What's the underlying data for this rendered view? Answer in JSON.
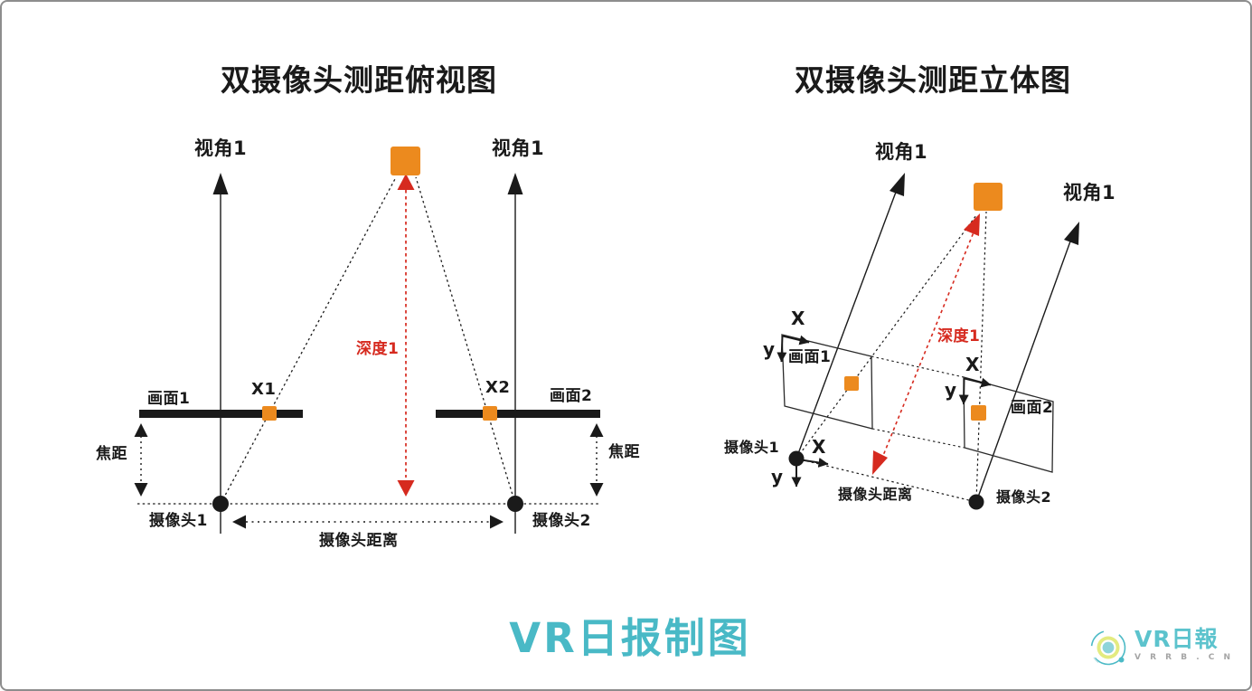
{
  "colors": {
    "orange": "#EC8A1E",
    "red": "#D62A1F",
    "ink": "#1A1A1A",
    "teal": "#49B9C6",
    "logo_yellow": "#E3EB80",
    "border_gray": "#8D8D8D"
  },
  "left_diagram": {
    "title": "双摄像头测距俯视图",
    "labels": {
      "view_angle_left": "视角1",
      "view_angle_right": "视角1",
      "depth": "深度1",
      "screen1": "画面1",
      "screen2": "画面2",
      "point_x1": "X1",
      "point_x2": "X2",
      "focal_left": "焦距",
      "focal_right": "焦距",
      "camera1": "摄像头1",
      "camera2": "摄像头2",
      "camera_distance": "摄像头距离"
    }
  },
  "right_diagram": {
    "title": "双摄像头测距立体图",
    "labels": {
      "view_angle_left": "视角1",
      "view_angle_right": "视角1",
      "depth": "深度1",
      "screen1": "画面1",
      "screen2": "画面2",
      "axis_x_screen1": "X",
      "axis_y_screen1": "y",
      "axis_x_screen2": "X",
      "axis_y_screen2": "y",
      "axis_x_camera1": "X",
      "axis_y_camera1": "y",
      "camera1": "摄像头1",
      "camera2": "摄像头2",
      "camera_distance": "摄像头距离"
    }
  },
  "footer": {
    "caption": "VR日报制图"
  },
  "logo": {
    "brand": "VR日報",
    "domain": "V R R B . C N"
  }
}
